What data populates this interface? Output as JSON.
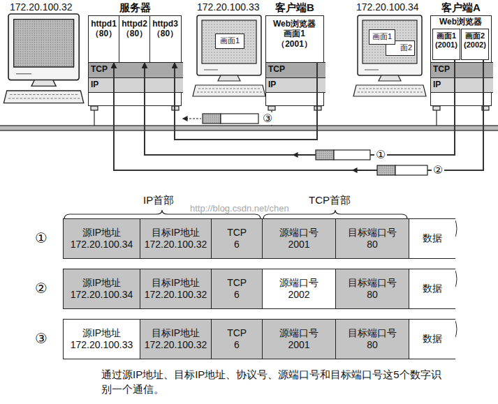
{
  "diagram": {
    "caption": "通过源IP地址、目标IP地址、协议号、源端口号和目标端口号这5个数字识别一个通信。",
    "nodes": [
      {
        "text": [
          "服务器"
        ]
      },
      {
        "text": [
          "httpd1 （80）"
        ],
        "in": 0
      },
      {
        "text": [
          "httpd2 （80）"
        ],
        "in": 0
      },
      {
        "text": [
          "httpd3 （80）"
        ],
        "in": 0
      },
      {
        "text": [
          "TCP"
        ],
        "in": 0
      },
      {
        "text": [
          "IP"
        ],
        "in": 0
      },
      {
        "text": [
          "客户端B"
        ]
      },
      {
        "text": [
          "Web浏览器 画面1 （2001）"
        ],
        "in": 6
      },
      {
        "text": [
          "TCP"
        ],
        "in": 6
      },
      {
        "text": [
          "IP"
        ],
        "in": 6
      },
      {
        "text": [
          "客户端A"
        ]
      },
      {
        "text": [
          "Web浏览器"
        ],
        "in": 10
      },
      {
        "text": [
          "画面1 (2001)"
        ],
        "in": 11
      },
      {
        "text": [
          "画面2 (2002)"
        ],
        "in": 11
      },
      {
        "text": [
          "TCP"
        ],
        "in": 10
      },
      {
        "text": [
          "IP"
        ],
        "in": 10
      },
      {
        "text": [
          "画面1"
        ]
      },
      {
        "text": [
          "画面1"
        ]
      },
      {
        "text": [
          "面2"
        ]
      }
    ],
    "edges": [
      {
        "from": 7,
        "to": 3,
        "arrow": "to"
      },
      {
        "from": 12,
        "to": 2,
        "arrow": "to"
      },
      {
        "from": 13,
        "to": 1,
        "arrow": "to"
      }
    ],
    "labels": [
      "172.20.100.32",
      "172.20.100.33",
      "172.20.100.34",
      "③",
      "①",
      "②",
      "IP首部",
      "TCP首部",
      "http://blog.csdn.net/chen",
      "①",
      "源IP地址 172.20.100.34",
      "目标IP地址 172.20.100.32",
      "TCP 6",
      "源端口号 2001",
      "目标端口号 80",
      "数据",
      "②",
      "源IP地址 172.20.100.34",
      "目标IP地址 172.20.100.32",
      "TCP 6",
      "源端口号 2002",
      "目标端口号 80",
      "数据",
      "③",
      "源IP地址 172.20.100.33",
      "目标IP地址 172.20.100.32",
      "TCP 6",
      "源端口号 2001",
      "目标端口号 80",
      "数据"
    ]
  }
}
